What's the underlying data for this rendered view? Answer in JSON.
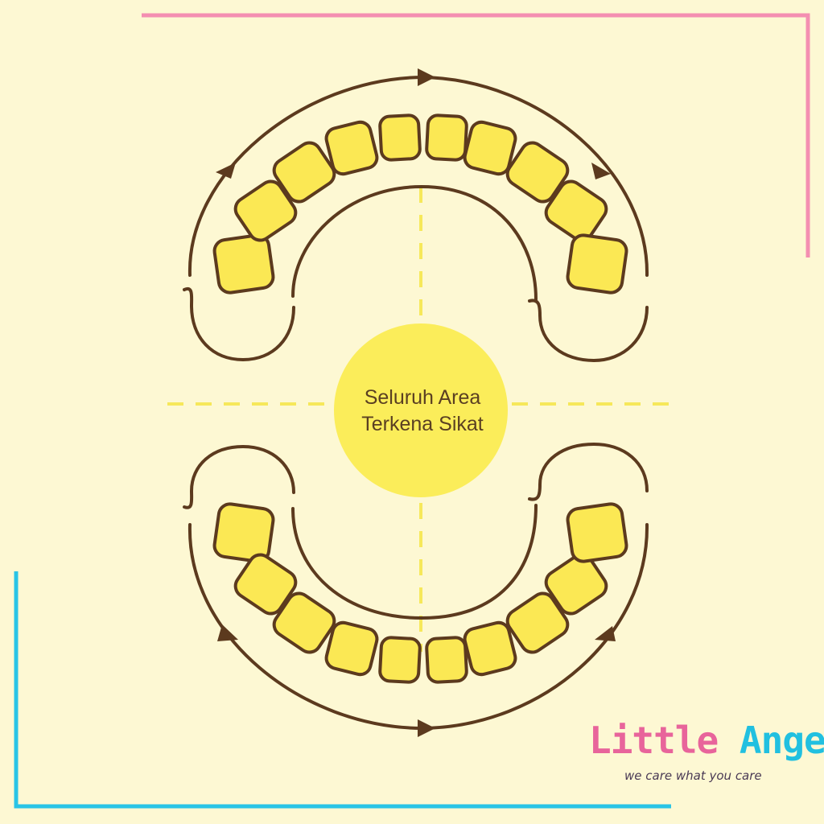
{
  "center": {
    "line1": "Seluruh Area",
    "line2": "Terkena Sikat"
  },
  "brand": {
    "word1": "Little",
    "word2": "Angel",
    "tagline": "we care what you care"
  },
  "colors": {
    "background": "#fdf8d3",
    "tooth_fill": "#fbe854",
    "outline": "#5c3a1e",
    "center_circle": "#fbed5a",
    "dash": "#f6e85a",
    "frame_top_right": "#f48fb1",
    "frame_bottom_left": "#29c4e6",
    "brand_word1": "#e8649b",
    "brand_word2": "#21c0e0"
  },
  "icons": [
    "tooth-icon",
    "arrowhead-icon"
  ]
}
